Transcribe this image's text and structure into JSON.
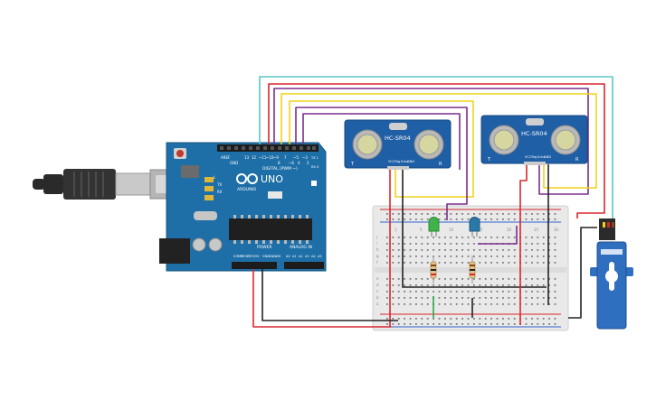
{
  "components": {
    "arduino": {
      "brand": "ARDUINO",
      "model": "UNO",
      "digital_header": "DIGITAL (PWM ~)",
      "power_header": "POWER",
      "analog_header": "ANALOG IN",
      "tx": "TX",
      "rx": "RX",
      "l": "L",
      "aref": "AREF",
      "gnd": "GND",
      "digital_pins": [
        "13",
        "12",
        "~11",
        "~10",
        "~9",
        "8",
        "7",
        "~6",
        "~5",
        "4",
        "~3",
        "2",
        "TX 1",
        "RX 0"
      ],
      "power_pins": [
        "IOREF",
        "RESET",
        "3.3V",
        "5V",
        "GND",
        "GND",
        "VIN"
      ],
      "analog_pins": [
        "A0",
        "A1",
        "A2",
        "A3",
        "A4",
        "A5"
      ]
    },
    "sensors": [
      {
        "label": "HC-SR04",
        "pins": [
          "VCC",
          "Trig",
          "Echo",
          "GND"
        ],
        "corner_left": "T",
        "corner_right": "R"
      },
      {
        "label": "HC-SR04",
        "pins": [
          "VCC",
          "Trig",
          "Echo",
          "GND"
        ],
        "corner_left": "T",
        "corner_right": "R"
      }
    ],
    "breadboard": {
      "column_numbers": [
        "1",
        "5",
        "10",
        "15",
        "20",
        "25",
        "30"
      ],
      "row_letters_top": [
        "j",
        "i",
        "h",
        "g",
        "f"
      ],
      "row_letters_bottom": [
        "e",
        "d",
        "c",
        "b",
        "a"
      ]
    }
  },
  "colors": {
    "board_blue": "#1e6fa8",
    "sensor_blue": "#1f5fa6",
    "wire_red": "#d9272e",
    "wire_black": "#222222",
    "wire_purple": "#7b2d8e",
    "wire_yellow": "#f2d21a",
    "wire_cyan": "#5dc6c6",
    "wire_green": "#2fa84a",
    "led_green": "#3fb34a",
    "led_blue": "#2a78a8",
    "servo_blue": "#2f6fc0"
  }
}
